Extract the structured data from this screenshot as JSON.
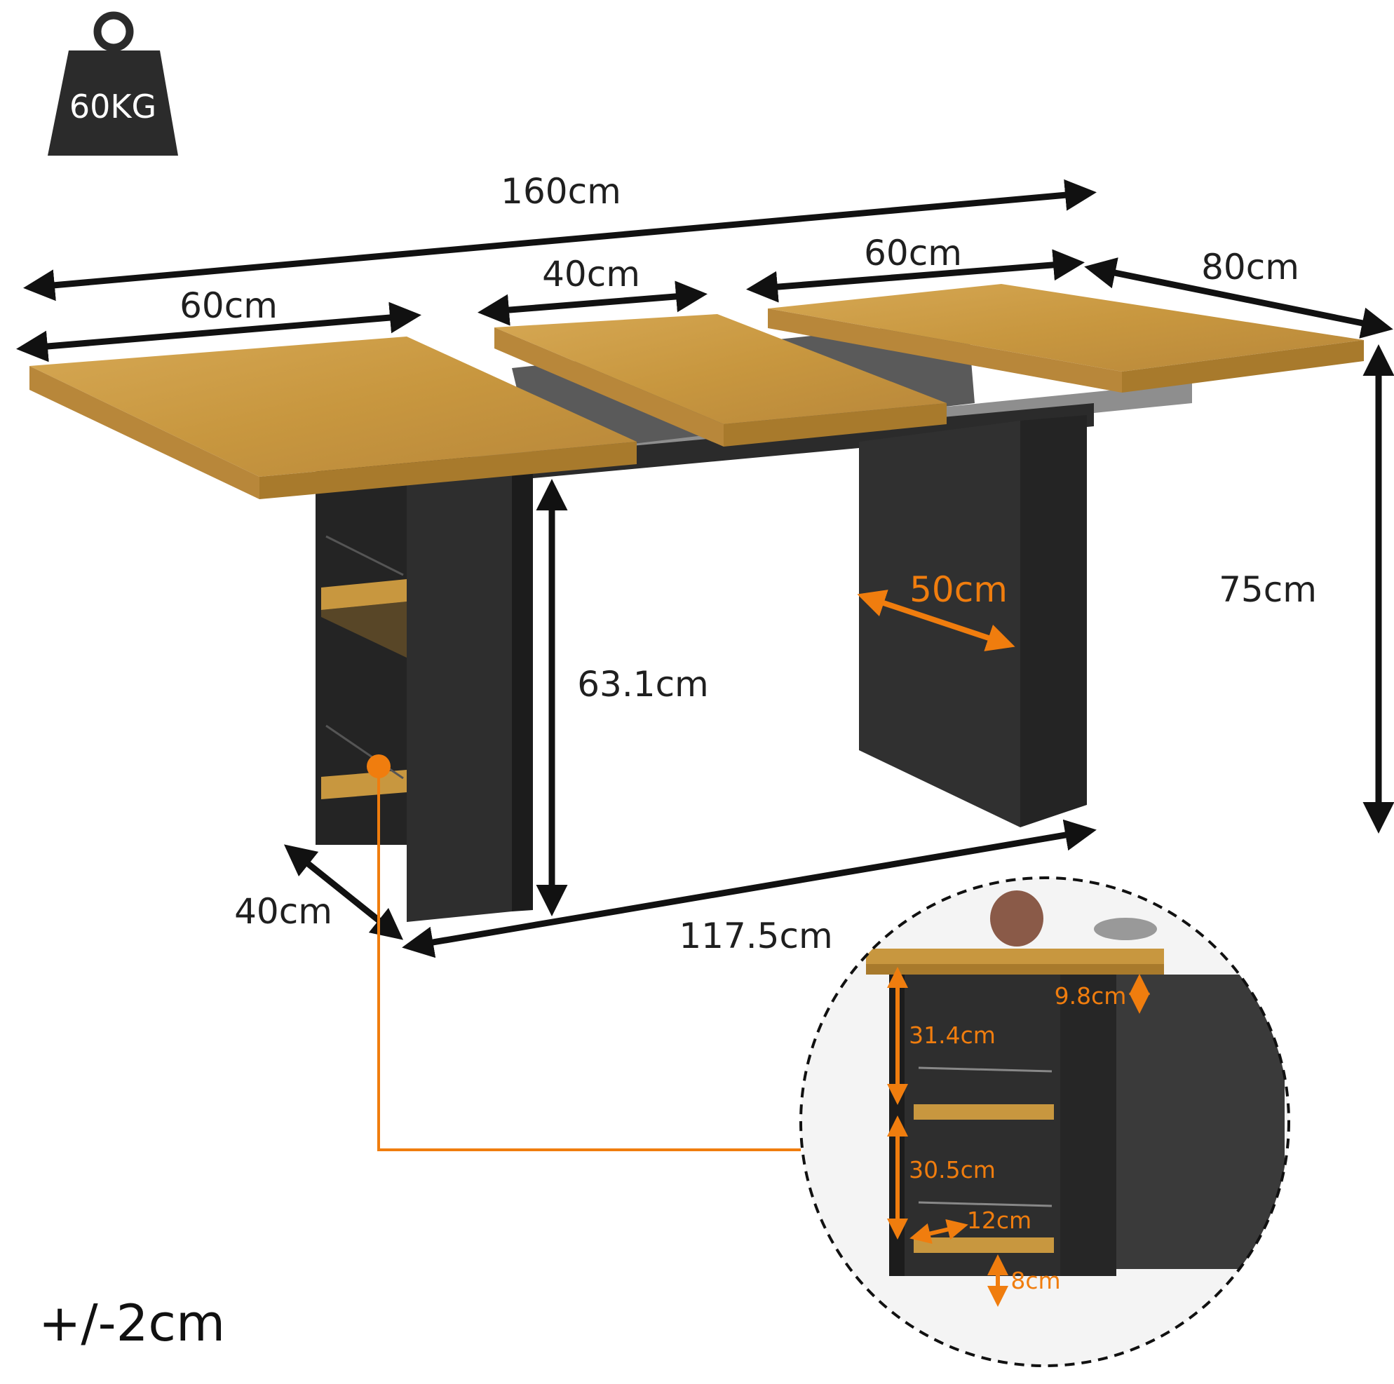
{
  "weight": {
    "label": "60KG",
    "icon": "weight-icon"
  },
  "dimensions": {
    "total_length": "160cm",
    "left_leaf": "60cm",
    "middle_leaf": "40cm",
    "right_leaf": "60cm",
    "depth": "80cm",
    "height": "75cm",
    "leg_depth": "50cm",
    "clearance_height": "63.1cm",
    "base_depth": "40cm",
    "base_length": "117.5cm"
  },
  "inset": {
    "apron_height": "9.8cm",
    "upper_shelf": "31.4cm",
    "lower_shelf": "30.5cm",
    "shelf_depth": "12cm",
    "bottom_gap": "8cm"
  },
  "tolerance": "+/-2cm",
  "colors": {
    "wood": "#c8973f",
    "wood_edge": "#a87a2c",
    "body": "#2b2b2b",
    "accent": "#f07d0e",
    "arrow": "#111111"
  }
}
